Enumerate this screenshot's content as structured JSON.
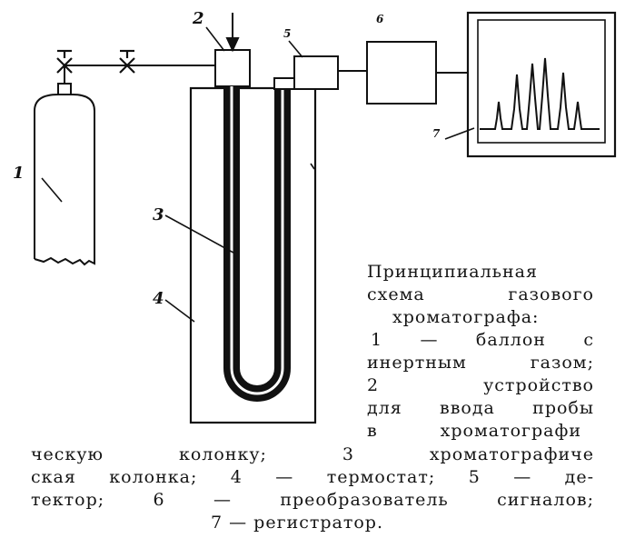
{
  "labels": {
    "n1": "1",
    "n2": "2",
    "n3": "3",
    "n4": "4",
    "n5": "5",
    "n6": "6",
    "n7": "7"
  },
  "caption": {
    "lines": [
      "Принципиальная",
      "схема газового",
      "хроматографа:",
      "1 — баллон с",
      "инертным газом;",
      "2 устройство",
      "для ввода пробы",
      "в хроматографи",
      "ческую колонку; 3 хроматографиче",
      "ская колонка; 4 — термостат; 5 — де-",
      "тектор; 6 — преобразователь сигналов;",
      "7 — регистратор."
    ]
  }
}
